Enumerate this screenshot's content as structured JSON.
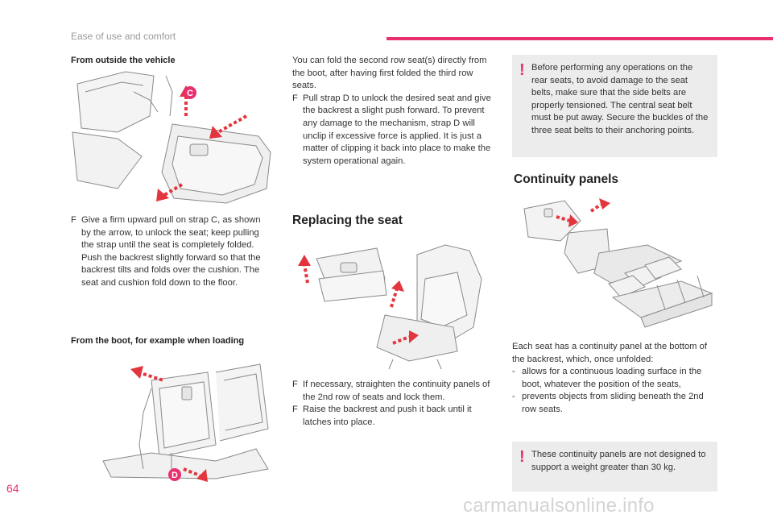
{
  "header": {
    "section": "Ease of use and comfort"
  },
  "page_number": "64",
  "col1": {
    "sub1": "From outside the vehicle",
    "bullet1_marker": "F",
    "bullet1": "Give a firm upward pull on strap C, as shown by the arrow, to unlock the seat; keep pulling the strap until the seat is completely folded. Push the backrest slightly forward so that the backrest tilts and folds over the cushion. The seat and cushion fold down to the floor.",
    "sub2": "From the boot, for example when loading",
    "label_c": "C",
    "label_d": "D"
  },
  "col2": {
    "intro": "You can fold the second row seat(s) directly from the boot, after having first folded the third row seats.",
    "bullet_marker": "F",
    "bullet1": "Pull strap D to unlock the desired seat and give the backrest a slight push forward. To prevent any damage to the mechanism, strap D will unclip if excessive force is applied. It is just a matter of clipping it back into place to make the system operational again.",
    "heading": "Replacing the seat",
    "bullet2": "If necessary, straighten the continuity panels of the 2nd row of seats and lock them.",
    "bullet3": "Raise the backrest and push it back until it latches into place."
  },
  "col3": {
    "warning1_icon": "!",
    "warning1": "Before performing any operations on the rear seats, to avoid damage to the seat belts, make sure that the side belts are properly tensioned. The central seat belt must be put away. Secure the buckles of the three seat belts to their anchoring points.",
    "heading": "Continuity panels",
    "para": "Each seat has a continuity panel at the bottom of the backrest, which, once unfolded:",
    "dash_marker": "-",
    "dash1": "allows for a continuous loading surface in the boot, whatever the position of the seats,",
    "dash2": "prevents objects from sliding beneath the 2nd row seats.",
    "warning2_icon": "!",
    "warning2": "These continuity panels are not designed to support a weight greater than 30 kg."
  },
  "watermark": "carmanualsonline.info",
  "colors": {
    "accent": "#e8306f",
    "note_bg": "#ececec",
    "arrow": "#e2353e"
  }
}
